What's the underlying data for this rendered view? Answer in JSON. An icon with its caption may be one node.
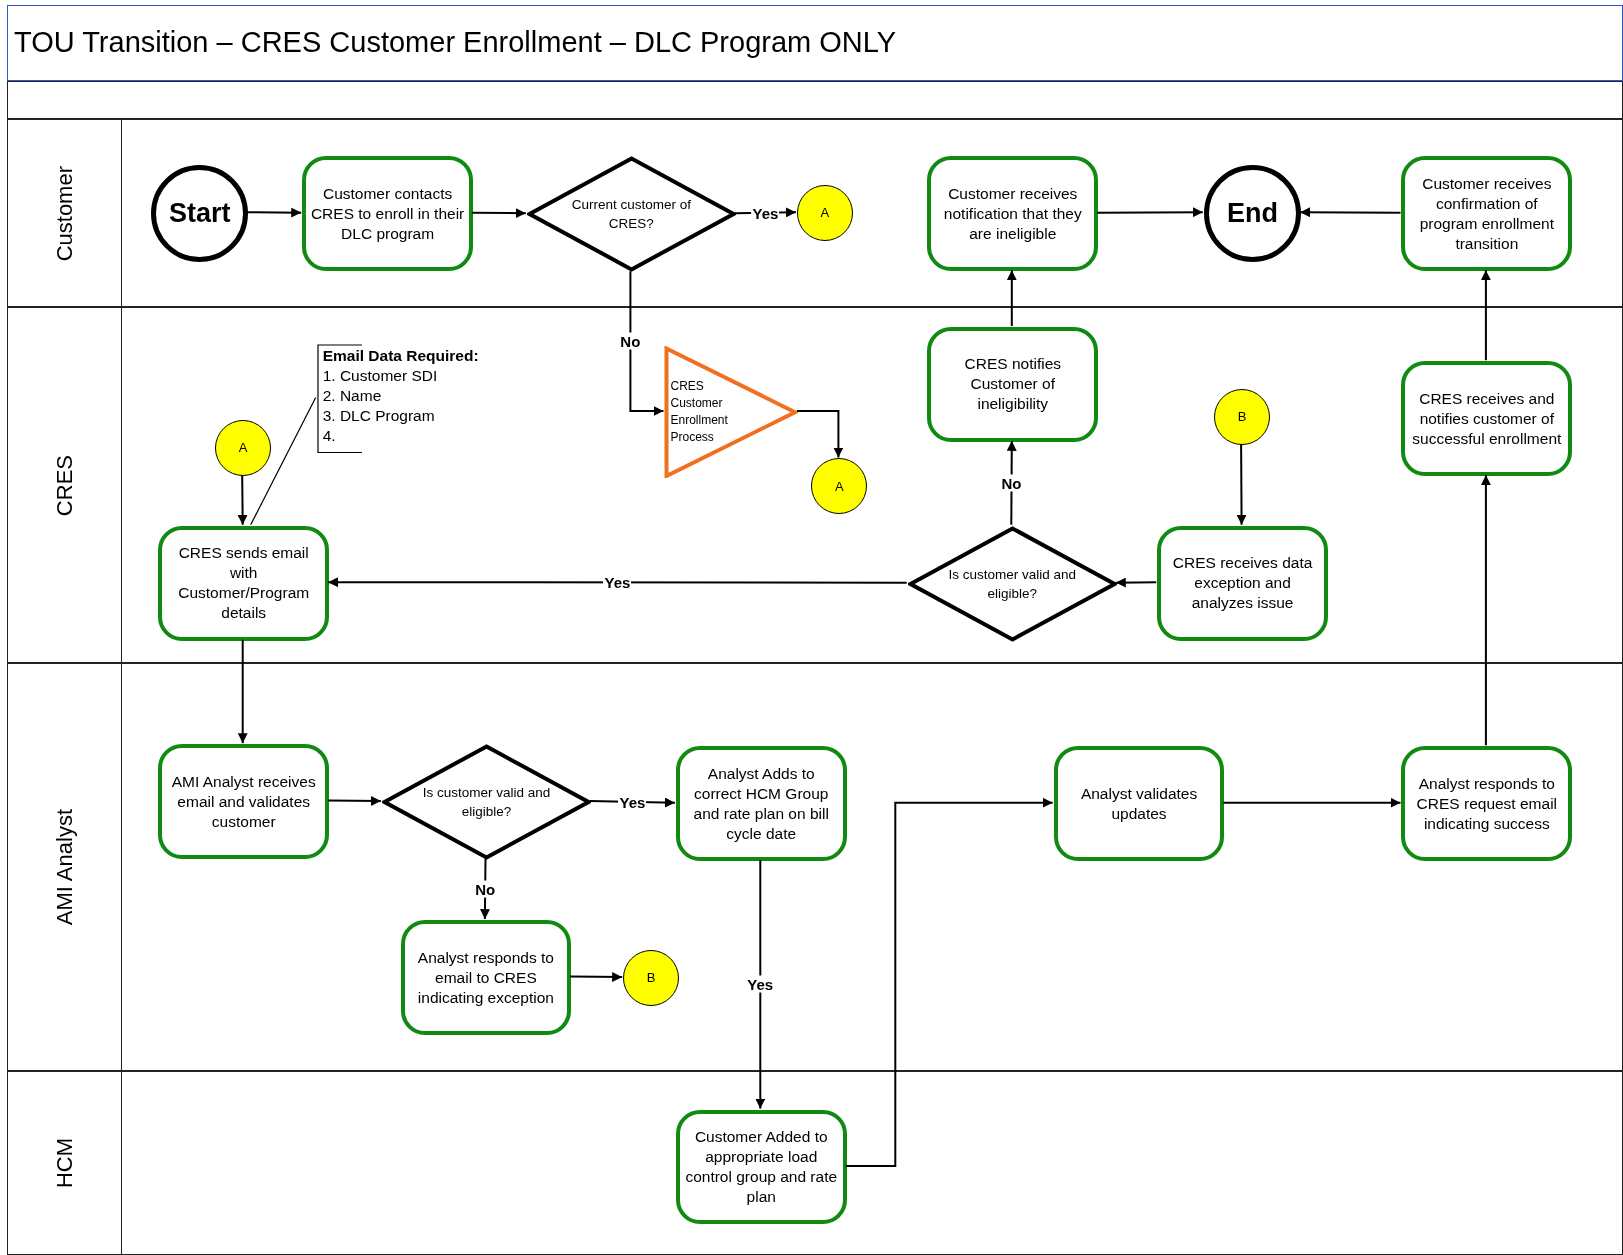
{
  "diagram": {
    "title": "TOU Transition – CRES Customer Enrollment – DLC Program ONLY",
    "nodes": [
      {
        "text": [
          "Customer"
        ]
      },
      {
        "text": [
          "CRES"
        ]
      },
      {
        "text": [
          "AMI Analyst"
        ]
      },
      {
        "text": [
          "HCM"
        ]
      },
      {
        "text": [
          "Start"
        ],
        "in": 0
      },
      {
        "text": [
          "Customer contacts CRES to enroll in their DLC program"
        ],
        "in": 0
      },
      {
        "text": [
          "Current customer of CRES?"
        ],
        "in": 0
      },
      {
        "text": [
          "A"
        ],
        "in": 0
      },
      {
        "text": [
          "Customer receives notification that they are ineligible"
        ],
        "in": 0
      },
      {
        "text": [
          "End"
        ],
        "in": 0
      },
      {
        "text": [
          "Customer receives confirmation of program enrollment transition"
        ],
        "in": 0
      },
      {
        "text": [
          "CRES Customer Enrollment Process"
        ],
        "in": 1
      },
      {
        "text": [
          "A"
        ],
        "in": 1
      },
      {
        "text": [
          "CRES notifies Customer of ineligibility"
        ],
        "in": 1
      },
      {
        "text": [
          "B"
        ],
        "in": 1
      },
      {
        "text": [
          "CRES receives and notifies customer of successful enrollment"
        ],
        "in": 1
      },
      {
        "text": [
          "Email Data Required:",
          "1. Customer SDI",
          "2. Name",
          "3. DLC Program",
          "4."
        ],
        "in": 1
      },
      {
        "text": [
          "A"
        ],
        "in": 1
      },
      {
        "text": [
          "CRES sends email with Customer/Program details"
        ],
        "in": 1
      },
      {
        "text": [
          "Is customer valid and eligible?"
        ],
        "in": 1
      },
      {
        "text": [
          "CRES receives data exception and analyzes issue"
        ],
        "in": 1
      },
      {
        "text": [
          "AMI Analyst receives email and validates customer"
        ],
        "in": 2
      },
      {
        "text": [
          "Is customer valid and eligible?"
        ],
        "in": 2
      },
      {
        "text": [
          "Analyst Adds to correct HCM Group and rate plan on bill cycle date"
        ],
        "in": 2
      },
      {
        "text": [
          "Analyst validates updates"
        ],
        "in": 2
      },
      {
        "text": [
          "Analyst responds to CRES request email indicating success"
        ],
        "in": 2
      },
      {
        "text": [
          "Analyst responds to email to CRES indicating exception"
        ],
        "in": 2
      },
      {
        "text": [
          "B"
        ],
        "in": 2
      },
      {
        "text": [
          "Customer Added to appropriate load control group and rate plan"
        ],
        "in": 3
      }
    ],
    "edges": [
      {
        "from": 4,
        "to": 5,
        "arrow": "to"
      },
      {
        "from": 5,
        "to": 6,
        "arrow": "to"
      },
      {
        "from": 6,
        "to": 7,
        "arrow": "to",
        "label": "Yes"
      },
      {
        "from": 6,
        "to": 11,
        "arrow": "to",
        "label": "No"
      },
      {
        "from": 11,
        "to": 12,
        "arrow": "to"
      },
      {
        "from": 17,
        "to": 18,
        "arrow": "to"
      },
      {
        "from": 16,
        "to": 18,
        "arrow": "none"
      },
      {
        "from": 18,
        "to": 21,
        "arrow": "to"
      },
      {
        "from": 21,
        "to": 22,
        "arrow": "to"
      },
      {
        "from": 22,
        "to": 23,
        "arrow": "to",
        "label": "Yes"
      },
      {
        "from": 22,
        "to": 26,
        "arrow": "to",
        "label": "No"
      },
      {
        "from": 26,
        "to": 27,
        "arrow": "to"
      },
      {
        "from": 23,
        "to": 28,
        "arrow": "to",
        "label": "Yes"
      },
      {
        "from": 28,
        "to": 24,
        "arrow": "to"
      },
      {
        "from": 24,
        "to": 25,
        "arrow": "to"
      },
      {
        "from": 25,
        "to": 15,
        "arrow": "to"
      },
      {
        "from": 15,
        "to": 10,
        "arrow": "to"
      },
      {
        "from": 10,
        "to": 9,
        "arrow": "to"
      },
      {
        "from": 14,
        "to": 20,
        "arrow": "to"
      },
      {
        "from": 20,
        "to": 19,
        "arrow": "to"
      },
      {
        "from": 19,
        "to": 18,
        "arrow": "to",
        "label": "Yes"
      },
      {
        "from": 19,
        "to": 13,
        "arrow": "to",
        "label": "No"
      },
      {
        "from": 13,
        "to": 8,
        "arrow": "to"
      },
      {
        "from": 8,
        "to": 9,
        "arrow": "to"
      }
    ]
  }
}
